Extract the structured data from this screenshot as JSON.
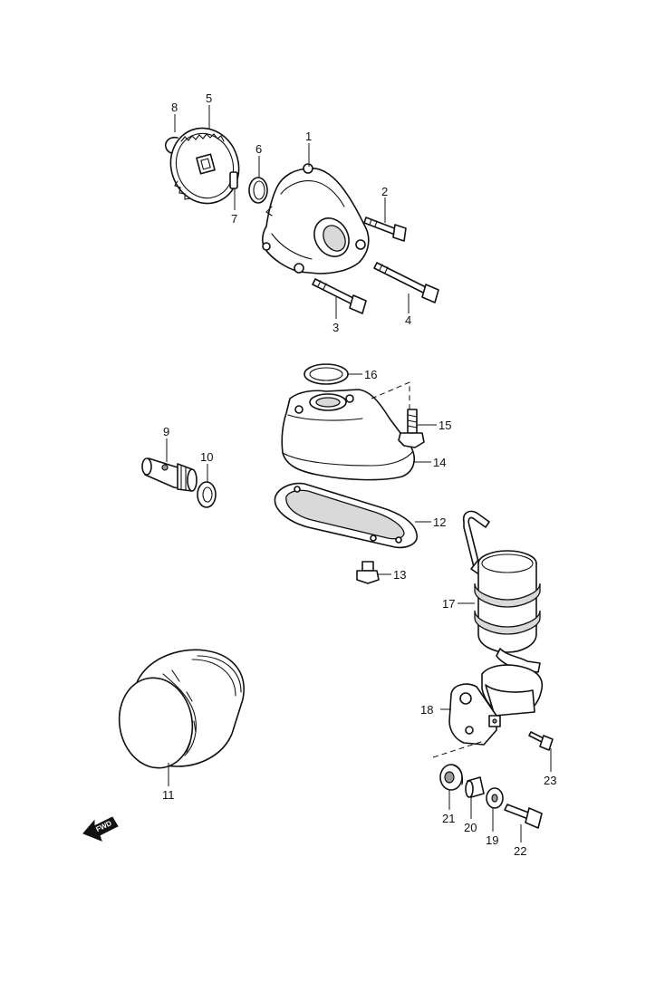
{
  "diagram": {
    "callouts": [
      "1",
      "2",
      "3",
      "4",
      "5",
      "6",
      "7",
      "8",
      "9",
      "10",
      "11",
      "12",
      "13",
      "14",
      "15",
      "16",
      "17",
      "18",
      "19",
      "20",
      "21",
      "22",
      "23"
    ],
    "fwd_label": "FWD"
  }
}
